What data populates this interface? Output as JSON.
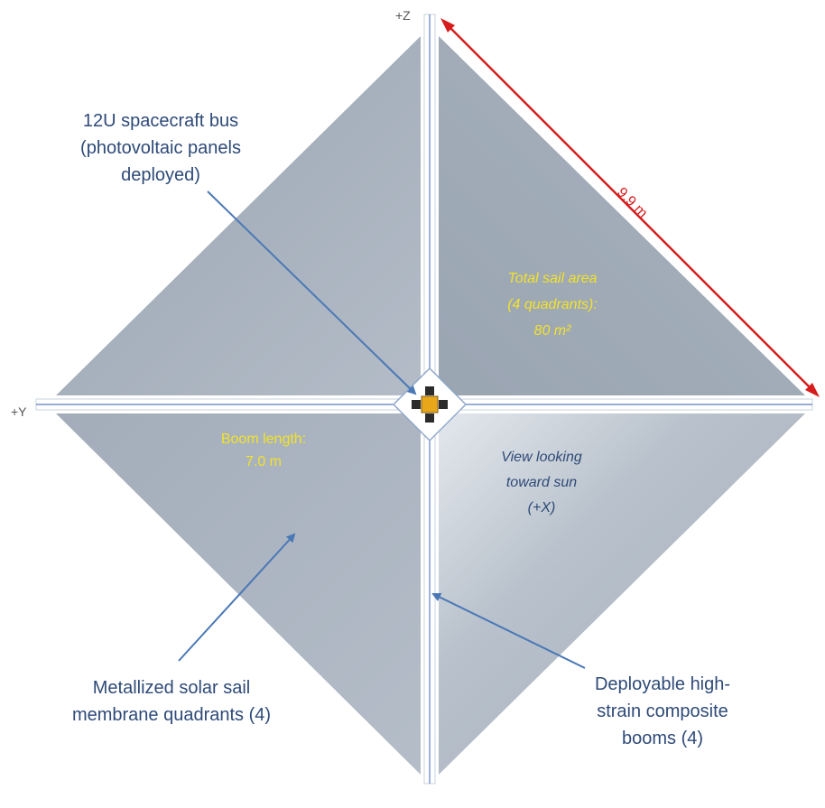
{
  "axes": {
    "z": "+Z",
    "y": "+Y"
  },
  "callouts": {
    "bus": [
      "12U spacecraft bus",
      "(photovoltaic panels",
      "deployed)"
    ],
    "membrane": [
      "Metallized solar sail",
      "membrane quadrants (4)"
    ],
    "booms": [
      "Deployable high-",
      "strain composite",
      "booms (4)"
    ]
  },
  "annotations": {
    "sail_area": [
      "Total sail area",
      "(4 quadrants):",
      "80 m²"
    ],
    "boom_length": [
      "Boom length:",
      "7.0 m"
    ],
    "view": [
      "View looking",
      "toward sun",
      "(+X)"
    ],
    "edge_length": "9.9 m"
  },
  "colors": {
    "sail": "#a7b1bd",
    "boom": "#ffffff",
    "callout_text": "#2e4a78",
    "yellow_text": "#f2e22a",
    "dimension": "#d61d1d",
    "bus_body": "#e8a61a"
  }
}
